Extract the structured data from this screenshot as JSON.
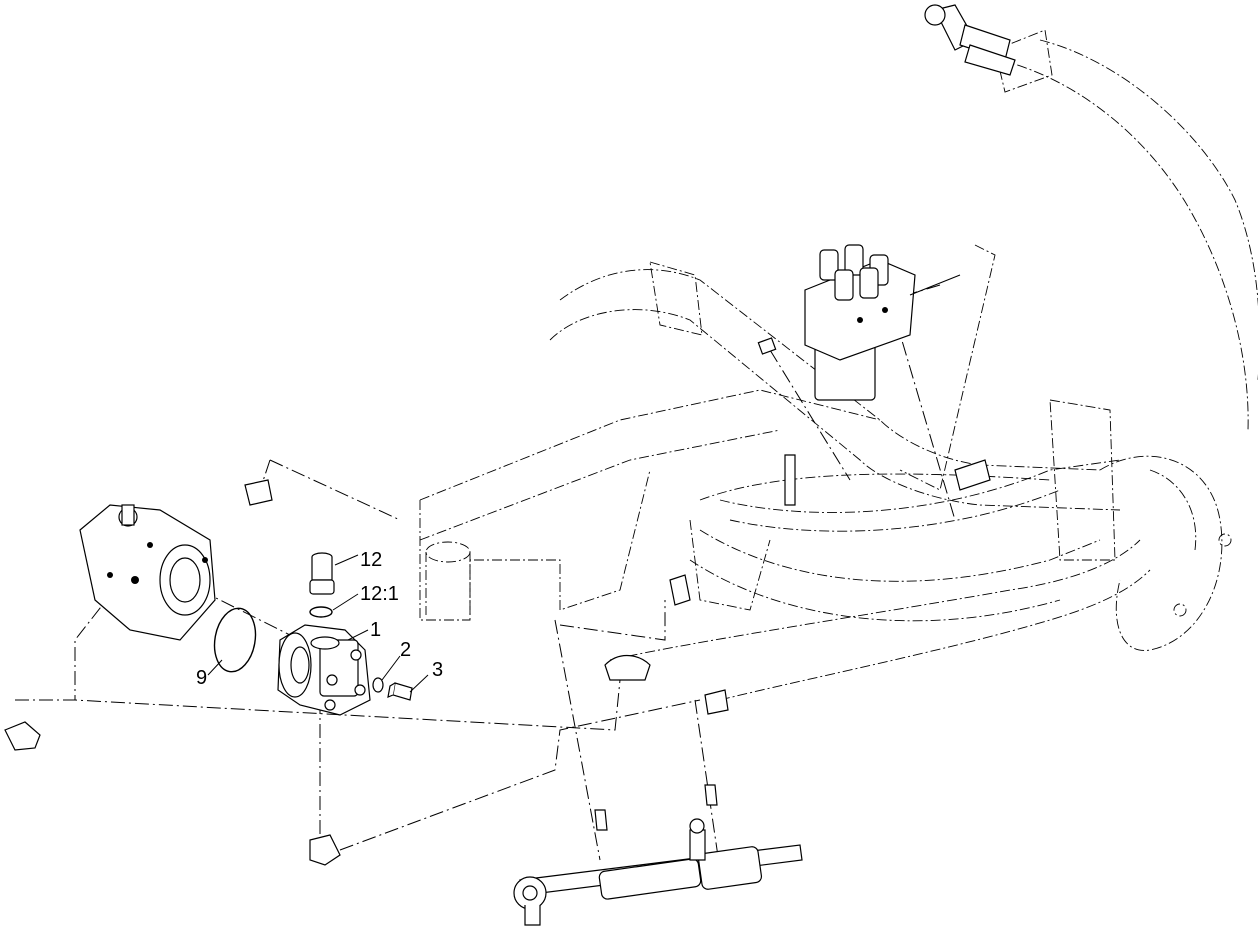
{
  "callouts": [
    {
      "id": "callout-12",
      "label": "12"
    },
    {
      "id": "callout-12-1",
      "label": "12:1"
    },
    {
      "id": "callout-1",
      "label": "1"
    },
    {
      "id": "callout-2",
      "label": "2"
    },
    {
      "id": "callout-3",
      "label": "3"
    },
    {
      "id": "callout-9",
      "label": "9"
    }
  ]
}
